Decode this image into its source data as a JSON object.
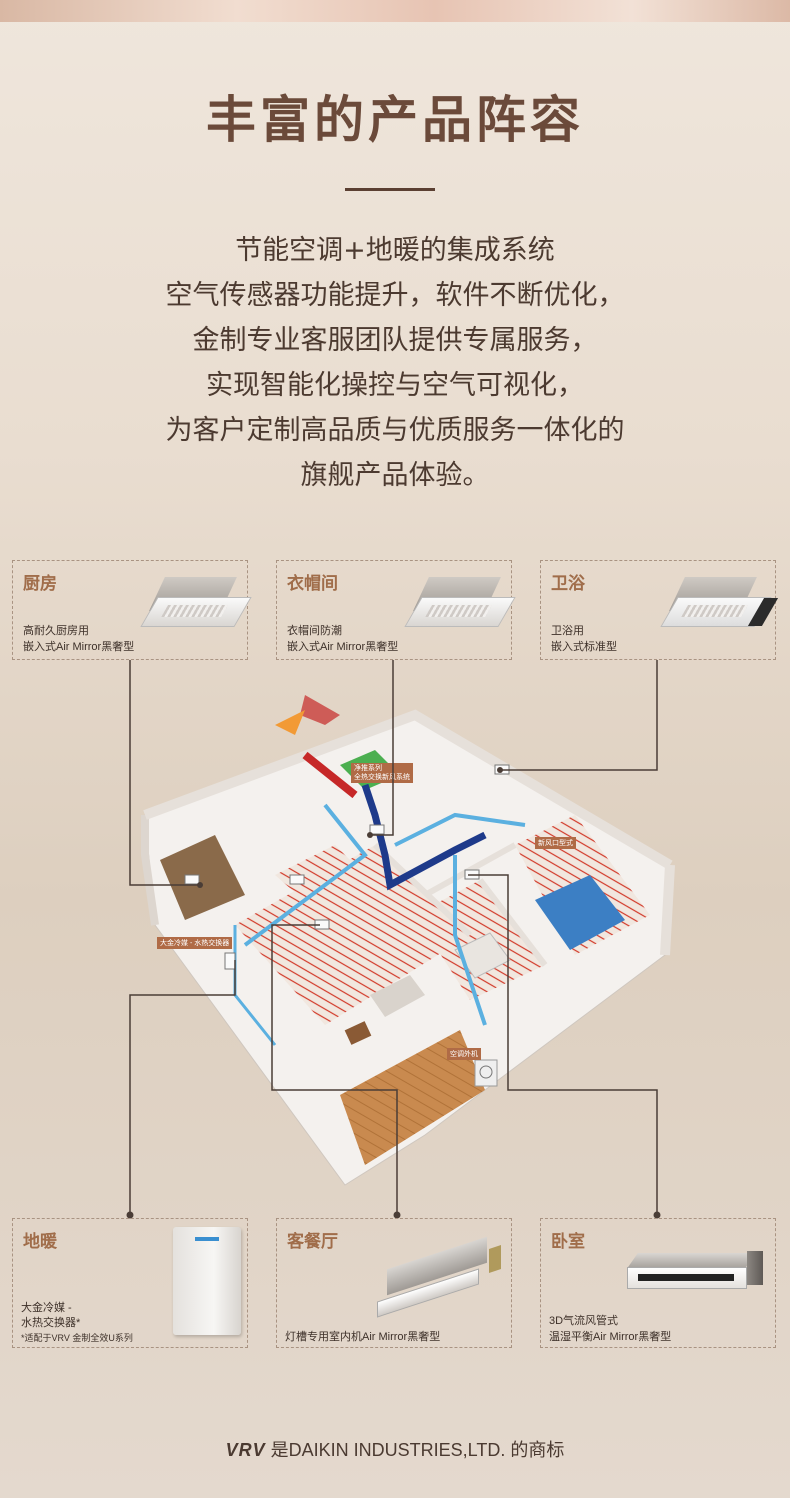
{
  "title": "丰富的产品阵容",
  "intro": [
    "节能空调+地暖的集成系统",
    "空气传感器功能提升，软件不断优化，",
    "金制专业客服团队提供专属服务，",
    "实现智能化操控与空气可视化，",
    "为客户定制高品质与优质服务一体化的",
    "旗舰产品体验。"
  ],
  "cards": {
    "kitchen": {
      "name": "厨房",
      "desc": [
        "高耐久厨房用",
        "嵌入式Air Mirror黑奢型"
      ],
      "icon": "ceiling-cassette"
    },
    "cloakroom": {
      "name": "衣帽间",
      "desc": [
        "衣帽间防潮",
        "嵌入式Air Mirror黑奢型"
      ],
      "icon": "ceiling-cassette"
    },
    "bathroom": {
      "name": "卫浴",
      "desc": [
        "卫浴用",
        "嵌入式标准型"
      ],
      "icon": "ceiling-cassette-black"
    },
    "floor_heating": {
      "name": "地暖",
      "desc": [
        "大金冷媒 -",
        "水热交换器*",
        "*适配于VRV 金制全效U系列"
      ],
      "icon": "hydro-box"
    },
    "living": {
      "name": "客餐厅",
      "desc": [
        "灯槽专用室内机Air Mirror黑奢型"
      ],
      "icon": "slim-duct"
    },
    "bedroom": {
      "name": "卧室",
      "desc": [
        "3D气流风管式",
        "温湿平衡Air Mirror黑奢型"
      ],
      "icon": "duct-unit"
    }
  },
  "house_tags": {
    "fresh_air": [
      "净推系列",
      "全热交换新风系统"
    ],
    "vent": "新风口型式",
    "hydro": "大金冷媒 - 水热交换器",
    "outdoor": "空调外机"
  },
  "footer": {
    "brand": "VRV",
    "text": "是DAIKIN INDUSTRIES,LTD. 的商标"
  },
  "colors": {
    "title": "#6b4a3a",
    "card_name": "#a06d4a",
    "accent_red": "#c62828",
    "pipe_blue": "#1e6fb8"
  }
}
